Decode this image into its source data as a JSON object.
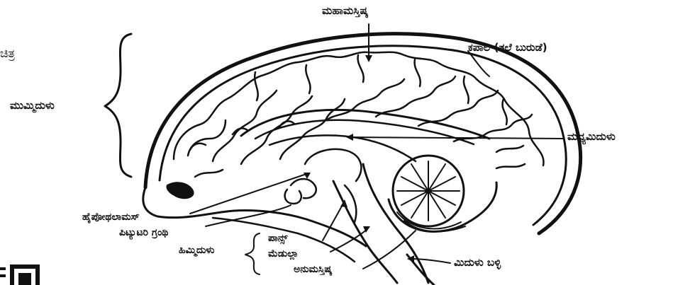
{
  "figure_caption": "ಚಿತ್ರ",
  "labels": {
    "cerebrum": "ಮಹಾಮಸ್ತಿಷ್ಕ",
    "skull": "ಕಪಾಲ (ತಲೆ ಬುರುಡೆ)",
    "forebrain": "ಮುಮ್ಮಿದುಳು",
    "midbrain": "ಮಧ್ಯಮಿದುಳು",
    "hypothalamus": "ಹೈಪೋಥಲಾಮಸ್",
    "pituitary": "ಪಿಟ್ಯುಟರಿ ಗ್ರಂಥಿ",
    "hindbrain": "ಹಿಮ್ಮಿದುಳು",
    "pons": "ಪಾನ್ಸ್",
    "medulla": "ಮೆಡುಲ್ಲಾ",
    "cerebellum": "ಅನುಮಸ್ತಿಷ್ಕ",
    "spinal_cord": "ಮಿದುಳು ಬಳ್ಳಿ"
  },
  "colors": {
    "ink": "#111111",
    "background": "#ffffff"
  }
}
